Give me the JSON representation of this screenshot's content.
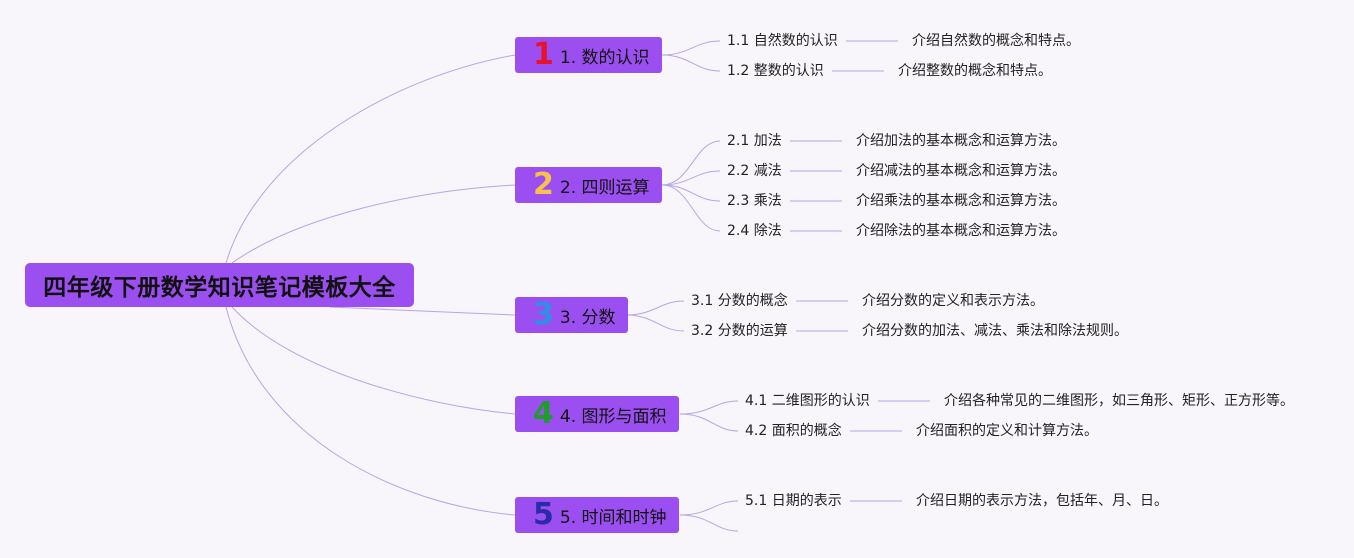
{
  "colors": {
    "node_fill": "#9b4ff0",
    "line": "#b9a4e4",
    "num1": "#e8122b",
    "num2": "#f6c24a",
    "num3": "#2f8fe8",
    "num4": "#1f9d2c",
    "num5": "#2b2aa8"
  },
  "root": {
    "title": "四年级下册数学知识笔记模板大全"
  },
  "branches": [
    {
      "num": "1",
      "label": "1. 数的认识",
      "items": [
        {
          "topic": "1.1 自然数的认识",
          "desc": "介绍自然数的概念和特点。"
        },
        {
          "topic": "1.2 整数的认识",
          "desc": "介绍整数的概念和特点。"
        }
      ]
    },
    {
      "num": "2",
      "label": "2. 四则运算",
      "items": [
        {
          "topic": "2.1 加法",
          "desc": "介绍加法的基本概念和运算方法。"
        },
        {
          "topic": "2.2 减法",
          "desc": "介绍减法的基本概念和运算方法。"
        },
        {
          "topic": "2.3 乘法",
          "desc": "介绍乘法的基本概念和运算方法。"
        },
        {
          "topic": "2.4 除法",
          "desc": "介绍除法的基本概念和运算方法。"
        }
      ]
    },
    {
      "num": "3",
      "label": "3. 分数",
      "items": [
        {
          "topic": "3.1 分数的概念",
          "desc": "介绍分数的定义和表示方法。"
        },
        {
          "topic": "3.2 分数的运算",
          "desc": "介绍分数的加法、减法、乘法和除法规则。"
        }
      ]
    },
    {
      "num": "4",
      "label": "4. 图形与面积",
      "items": [
        {
          "topic": "4.1 二维图形的认识",
          "desc": "介绍各种常见的二维图形，如三角形、矩形、正方形等。"
        },
        {
          "topic": "4.2 面积的概念",
          "desc": "介绍面积的定义和计算方法。"
        }
      ]
    },
    {
      "num": "5",
      "label": "5. 时间和时钟",
      "items": [
        {
          "topic": "5.1 日期的表示",
          "desc": "介绍日期的表示方法，包括年、月、日。"
        }
      ]
    }
  ]
}
